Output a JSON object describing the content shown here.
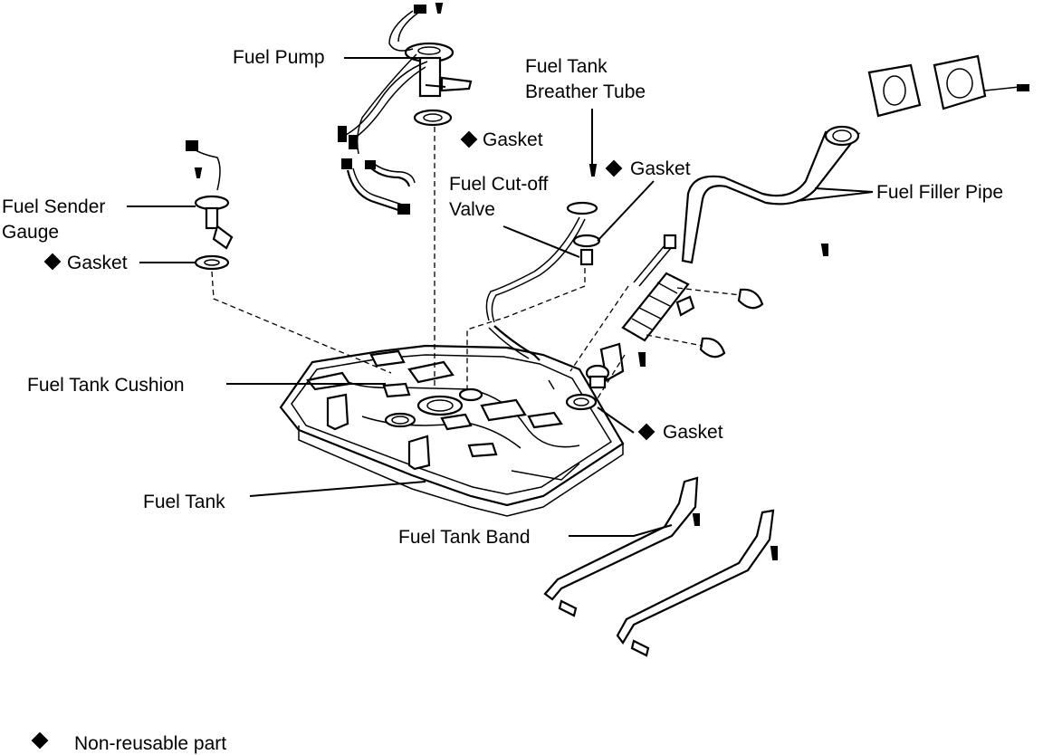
{
  "labels": {
    "fuel_pump": "Fuel Pump",
    "gasket_pump": "Gasket",
    "fuel_tank_breather_tube_line1": "Fuel Tank",
    "fuel_tank_breather_tube_line2": "Breather Tube",
    "gasket_valve": "Gasket",
    "fuel_cutoff_valve_line1": "Fuel Cut-off",
    "fuel_cutoff_valve_line2": "Valve",
    "fuel_sender_gauge_line1": "Fuel Sender",
    "fuel_sender_gauge_line2": "Gauge",
    "gasket_sender": "Gasket",
    "fuel_filler_pipe": "Fuel Filler Pipe",
    "fuel_tank_cushion": "Fuel Tank Cushion",
    "gasket_filler": "Gasket",
    "fuel_tank": "Fuel Tank",
    "fuel_tank_band": "Fuel Tank Band"
  },
  "legend": {
    "symbol": "◆",
    "text": "Non-reusable part"
  },
  "icons": {
    "non_reusable_marker": "diamond-icon"
  }
}
